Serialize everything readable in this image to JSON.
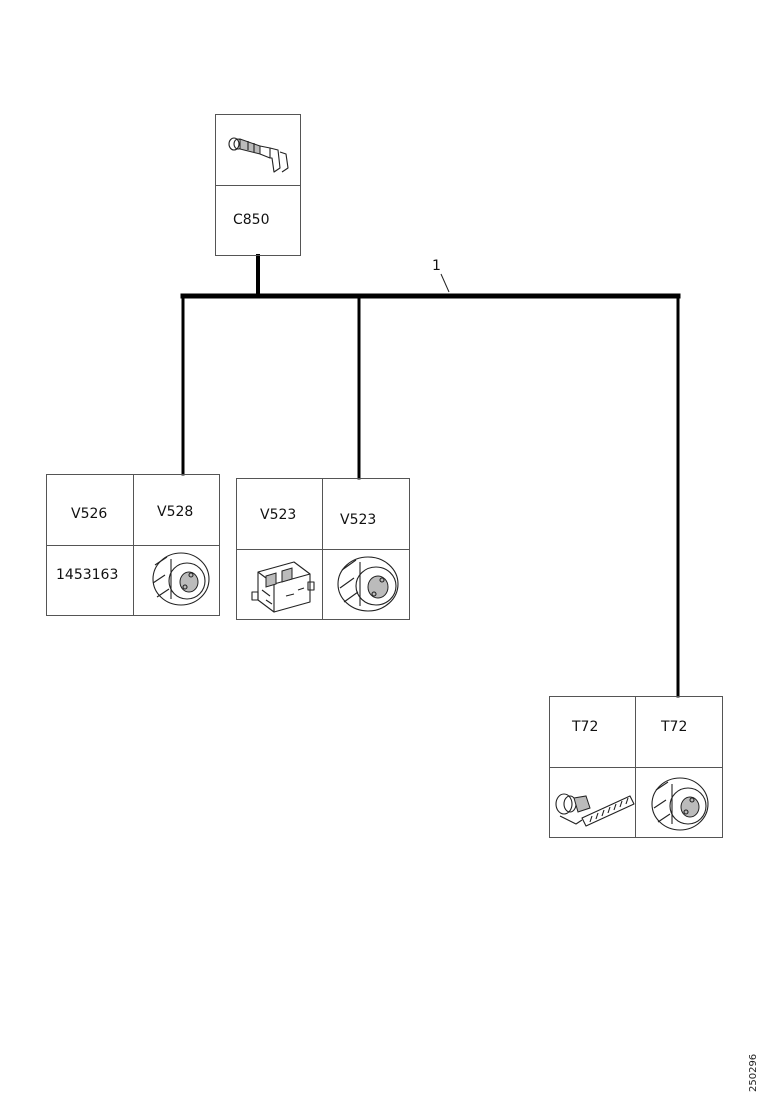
{
  "harness_ref": "1",
  "source": {
    "connector_code": "C850",
    "icon": "terminal-pin-icon"
  },
  "connectors": [
    {
      "id": "group-v526",
      "cells": [
        {
          "top": "V526",
          "bottom": "1453163"
        },
        {
          "top": "V528",
          "bottom_icon": "round-connector-icon"
        }
      ]
    },
    {
      "id": "group-v523",
      "cells": [
        {
          "top": "V523",
          "bottom_icon": "block-connector-icon"
        },
        {
          "top": "V523",
          "bottom_icon": "round-connector-icon"
        }
      ]
    },
    {
      "id": "group-t72",
      "cells": [
        {
          "top": "T72",
          "bottom_icon": "ribbon-terminal-icon"
        },
        {
          "top": "T72",
          "bottom_icon": "round-connector-icon"
        }
      ]
    }
  ],
  "drawing_id": "250296"
}
